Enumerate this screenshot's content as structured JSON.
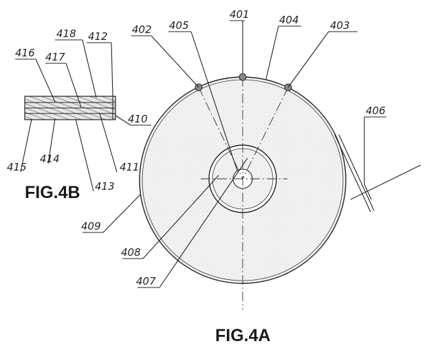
{
  "figures": {
    "fig_a": "FIG.4A",
    "fig_b": "FIG.4B"
  },
  "fig_4a_refs": [
    "402",
    "405",
    "401",
    "404",
    "403",
    "406",
    "409",
    "408",
    "407"
  ],
  "fig_4b_refs": [
    "416",
    "417",
    "418",
    "412",
    "410",
    "411",
    "413",
    "414",
    "415"
  ],
  "colors": {
    "ink": "#222222",
    "stipple": "#e6e6e6"
  }
}
